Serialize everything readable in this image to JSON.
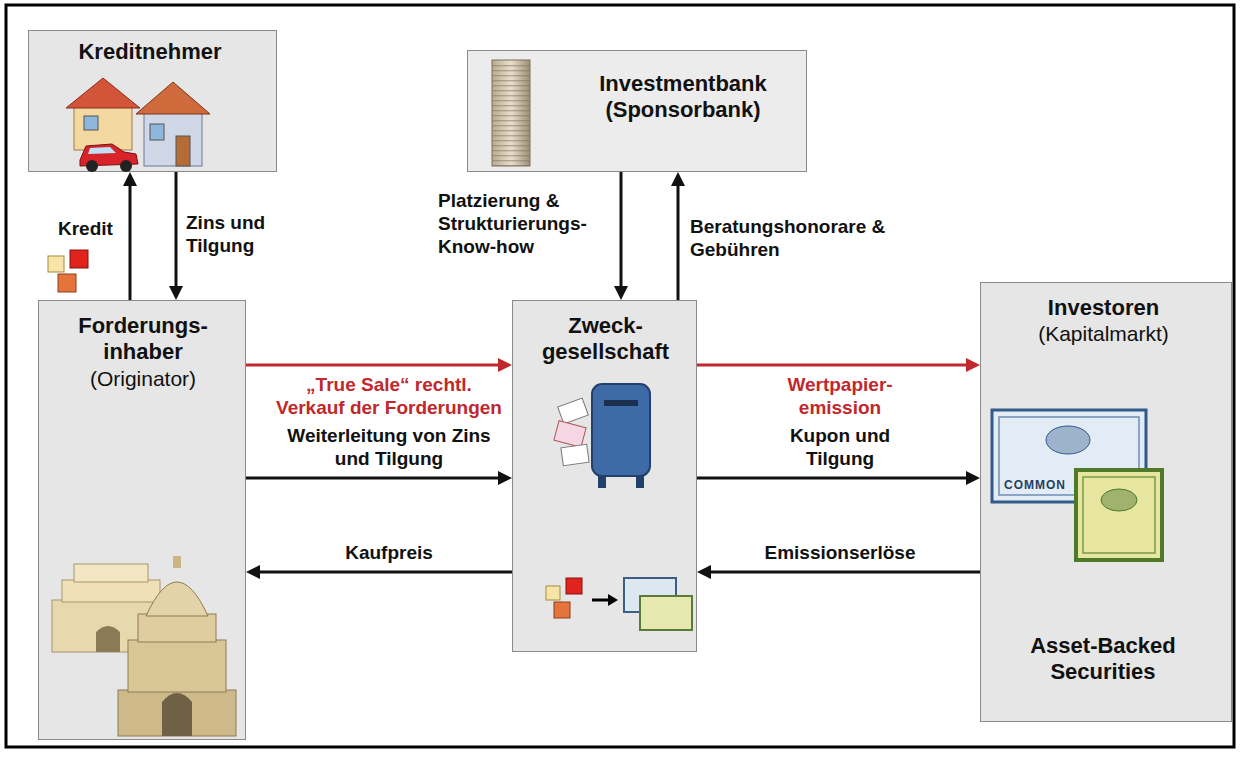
{
  "diagram": {
    "nodes": [
      {
        "text": [
          "Kreditnehmer"
        ]
      },
      {
        "text": [
          "Investmentbank (Sponsorbank)"
        ]
      },
      {
        "text": [
          "Forderungs- inhaber",
          "(Originator)"
        ]
      },
      {
        "text": [
          "Zweck- gesellschaft"
        ]
      },
      {
        "text": [
          "Investoren",
          "(Kapitalmarkt)",
          "Asset-Backed Securities"
        ]
      }
    ],
    "edges": [
      {
        "from": 2,
        "to": 0,
        "arrow": "to",
        "label": "Kredit"
      },
      {
        "from": 0,
        "to": 2,
        "arrow": "to",
        "label": "Zins und Tilgung"
      },
      {
        "from": 1,
        "to": 3,
        "arrow": "to",
        "label": "Platzierung & Strukturierungs- Know-how"
      },
      {
        "from": 3,
        "to": 1,
        "arrow": "to",
        "label": "Beratungshonorare & Gebühren"
      },
      {
        "from": 2,
        "to": 3,
        "arrow": "to",
        "label": "„True Sale“ rechtl. Verkauf der Forderungen"
      },
      {
        "from": 2,
        "to": 3,
        "arrow": "to",
        "label": "Weiterleitung von Zins und Tilgung"
      },
      {
        "from": 3,
        "to": 2,
        "arrow": "to",
        "label": "Kaufpreis"
      },
      {
        "from": 3,
        "to": 4,
        "arrow": "to",
        "label": "Wertpapier- emission"
      },
      {
        "from": 3,
        "to": 4,
        "arrow": "to",
        "label": "Kupon und Tilgung"
      },
      {
        "from": 4,
        "to": 3,
        "arrow": "to",
        "label": "Emissionserlöse"
      }
    ],
    "labels": [
      "COMMON"
    ]
  }
}
